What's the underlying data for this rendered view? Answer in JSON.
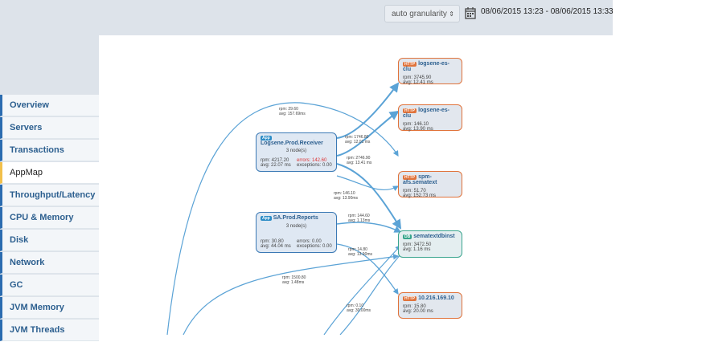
{
  "toolbar": {
    "granularity": "auto granularity",
    "granularity_arrows": "⇕",
    "date_range": "08/06/2015 13:23 - 08/06/2015 13:33"
  },
  "sidebar": {
    "items": [
      {
        "label": "Overview"
      },
      {
        "label": "Servers"
      },
      {
        "label": "Transactions"
      },
      {
        "label": "AppMap"
      },
      {
        "label": "Throughput/Latency"
      },
      {
        "label": "CPU & Memory"
      },
      {
        "label": "Disk"
      },
      {
        "label": "Network"
      },
      {
        "label": "GC"
      },
      {
        "label": "JVM Memory"
      },
      {
        "label": "JVM Threads"
      }
    ]
  },
  "nodes": {
    "receiver": {
      "tag": "App",
      "name": "Logsene.Prod.Receiver",
      "nodes": "3 node(s)",
      "rpm": "rpm: 4217.20",
      "avg": "avg: 22.07 ms",
      "errors": "errors: 142.60",
      "exceptions": "exceptions: 0.00"
    },
    "reports": {
      "tag": "App",
      "name": "SA.Prod.Reports",
      "nodes": "3 node(s)",
      "rpm": "rpm: 30.80",
      "avg": "avg: 44.04 ms",
      "errors": "errors: 0.00",
      "exceptions": "exceptions: 0.00"
    },
    "es1": {
      "tag": "HTTP",
      "name": "logsene-es-clu",
      "rpm": "rpm: 3745.90",
      "avg": "avg: 12.41 ms"
    },
    "es2": {
      "tag": "HTTP",
      "name": "logsene-es-clu",
      "rpm": "rpm: 146.10",
      "avg": "avg: 13.90 ms"
    },
    "spm": {
      "tag": "HTTP",
      "name": "spm-afs.sematext",
      "rpm": "rpm: 51.70",
      "avg": "avg: 152.73 ms"
    },
    "db": {
      "tag": "DB",
      "name": "sematextdbinst",
      "rpm": "rpm: 3472.50",
      "avg": "avg: 1.16 ms"
    },
    "ip": {
      "tag": "HTTP",
      "name": "10.216.169.10",
      "rpm": "rpm: 15.80",
      "avg": "avg: 20.00 ms"
    }
  },
  "edges": [
    {
      "rpm": "rpm: 29.60",
      "avg": "avg: 157.69ms"
    },
    {
      "rpm": "rpm: 1746.80",
      "avg": "avg: 12.01 ms"
    },
    {
      "rpm": "rpm: 2746.90",
      "avg": "avg: 13.41 ms"
    },
    {
      "rpm": "rpm: 146.10",
      "avg": "avg: 13.90ms"
    },
    {
      "rpm": "rpm: 144.60",
      "avg": "avg: 1.13ms"
    },
    {
      "rpm": "rpm: 14.80",
      "avg": "avg: 13.90ms"
    },
    {
      "rpm": "rpm: 1500.80",
      "avg": "avg: 1.48ms"
    },
    {
      "rpm": "rpm: 0.10",
      "avg": "avg: 30.00ms"
    }
  ],
  "colors": {
    "accent": "#2b6cb0",
    "edge": "#5ba3d6",
    "http": "#e0733b",
    "db": "#36a58b"
  }
}
